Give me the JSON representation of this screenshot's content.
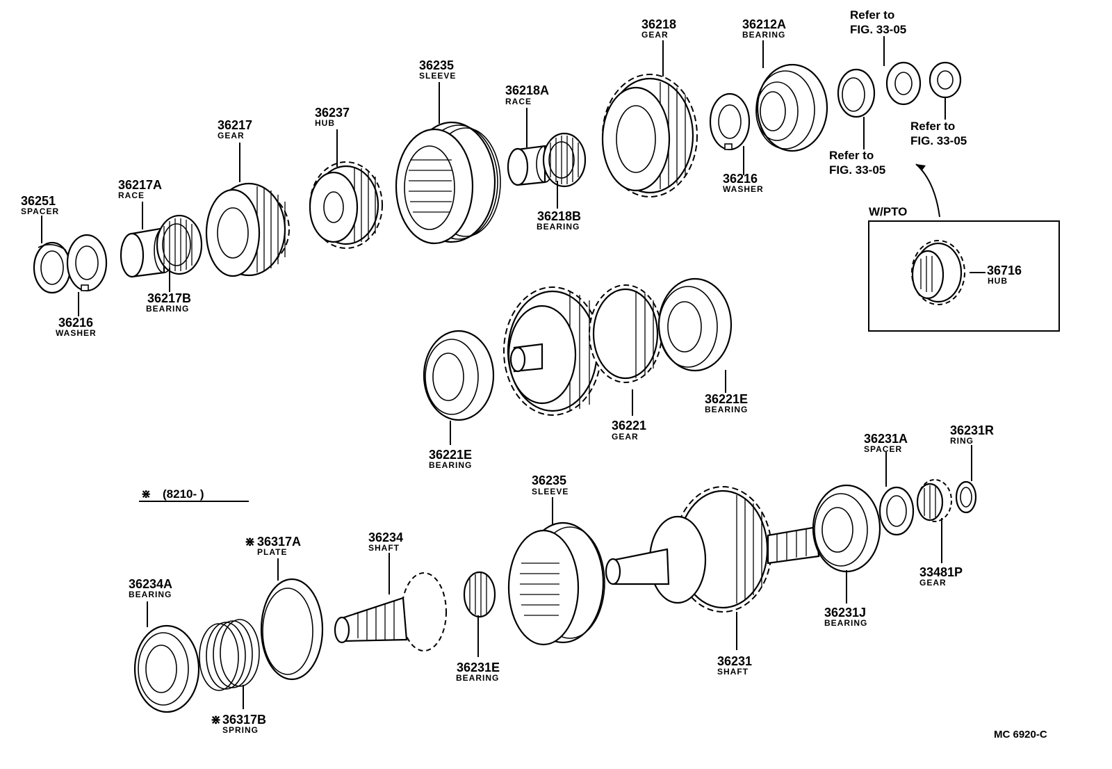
{
  "parts": {
    "p36251_spacer": {
      "number": "36251",
      "name": "SPACER"
    },
    "p36216_washer_left": {
      "number": "36216",
      "name": "WASHER"
    },
    "p36217A_race": {
      "number": "36217A",
      "name": "RACE"
    },
    "p36217B_bearing": {
      "number": "36217B",
      "name": "BEARING"
    },
    "p36217_gear": {
      "number": "36217",
      "name": "GEAR"
    },
    "p36237_hub": {
      "number": "36237",
      "name": "HUB"
    },
    "p36235_sleeve_top": {
      "number": "36235",
      "name": "SLEEVE"
    },
    "p36218A_race": {
      "number": "36218A",
      "name": "RACE"
    },
    "p36218B_bearing": {
      "number": "36218B",
      "name": "BEARING"
    },
    "p36218_gear": {
      "number": "36218",
      "name": "GEAR"
    },
    "p36216_washer_right": {
      "number": "36216",
      "name": "WASHER"
    },
    "p36212A_bearing": {
      "number": "36212A",
      "name": "BEARING"
    },
    "p36716_hub": {
      "number": "36716",
      "name": "HUB"
    },
    "p36221E_bearing_left": {
      "number": "36221E",
      "name": "BEARING"
    },
    "p36221_gear": {
      "number": "36221",
      "name": "GEAR"
    },
    "p36221E_bearing_right": {
      "number": "36221E",
      "name": "BEARING"
    },
    "p36234A_bearing": {
      "number": "36234A",
      "name": "BEARING"
    },
    "p36317B_spring": {
      "number": "36317B",
      "name": "SPRING",
      "mark": "⋇"
    },
    "p36317A_plate": {
      "number": "36317A",
      "name": "PLATE",
      "mark": "⋇"
    },
    "p36234_shaft": {
      "number": "36234",
      "name": "SHAFT"
    },
    "p36231E_bearing": {
      "number": "36231E",
      "name": "BEARING"
    },
    "p36235_sleeve_bottom": {
      "number": "36235",
      "name": "SLEEVE"
    },
    "p36231_shaft": {
      "number": "36231",
      "name": "SHAFT"
    },
    "p36231J_bearing": {
      "number": "36231J",
      "name": "BEARING"
    },
    "p36231A_spacer": {
      "number": "36231A",
      "name": "SPACER"
    },
    "p33481P_gear": {
      "number": "33481P",
      "name": "GEAR"
    },
    "p36231R_ring": {
      "number": "36231R",
      "name": "RING"
    }
  },
  "references": {
    "ref_top": {
      "line1": "Refer to",
      "line2": "FIG. 33-05"
    },
    "ref_nut": {
      "line1": "Refer to",
      "line2": "FIG. 33-05"
    },
    "ref_bearing": {
      "line1": "Refer to",
      "line2": "FIG. 33-05"
    }
  },
  "pto_box": {
    "title": "W/PTO"
  },
  "production_note": {
    "mark": "⋇",
    "text": "(8210-        )"
  },
  "figure_code": "MC 6920-C"
}
